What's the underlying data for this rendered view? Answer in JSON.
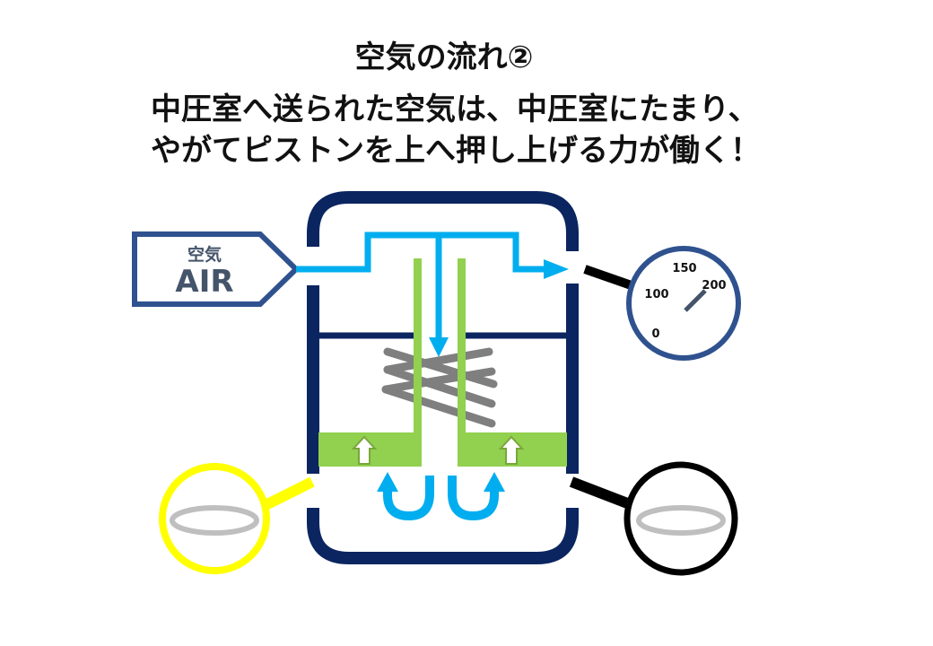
{
  "title": "空気の流れ②",
  "description": {
    "line1": "中圧室へ送られた空気は、中圧室にたまり、",
    "line2": "やがてピストンを上へ押し上げる力が働く！"
  },
  "air_input": {
    "label_top": "空気",
    "label_main": "AIR"
  },
  "gauge": {
    "ticks": [
      "0",
      "100",
      "150",
      "200"
    ]
  },
  "colors": {
    "chamber": "#0b2560",
    "air_flow": "#00aeef",
    "piston": "#92d050",
    "spring": "#808080",
    "air_label_border": "#2f528f",
    "gauge_border": "#2f528f",
    "left_magnifier": "#ffff00",
    "right_magnifier": "#000000",
    "oring": "#bfbfbf"
  }
}
